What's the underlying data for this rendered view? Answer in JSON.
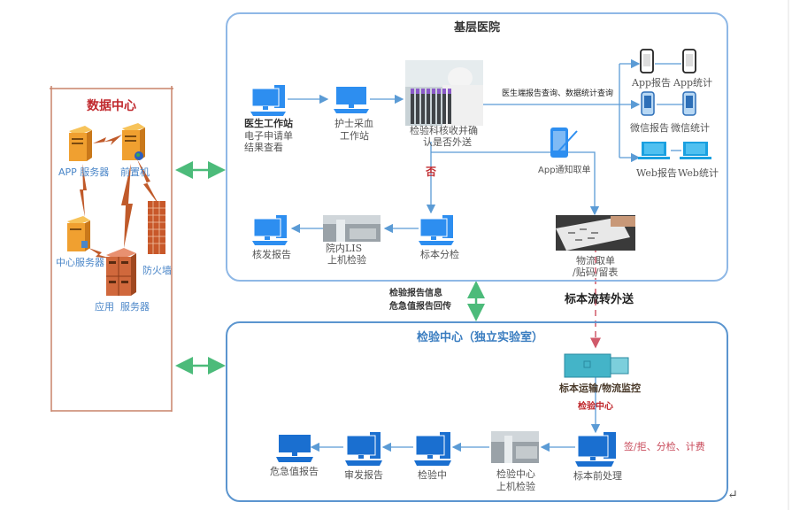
{
  "data_center": {
    "title": "数据中心",
    "nodes": {
      "app_server": "APP 服务器",
      "front_server": "前置机",
      "center_server": "中心服务器",
      "firewall": "防火墙",
      "app_service_server": "应用  服务器"
    }
  },
  "hospital": {
    "title": "基层医院",
    "doctor_station": {
      "title": "医生工作站",
      "line1": "电子申请单",
      "line2": "结果查看"
    },
    "nurse_station": {
      "line1": "护士采血",
      "line2": "工作站"
    },
    "lab_check": {
      "line1": "检验科核收并确",
      "line2": "认是否外送"
    },
    "query_label": "医生端报告查询、数据统计查询",
    "no_label": "否",
    "app_notify": "App通知取单",
    "sorting": "标本分检",
    "lis": {
      "line1": "院内LIS",
      "line2": "上机检验"
    },
    "report_issue": "核发报告",
    "logistics": {
      "line1": "物流取单",
      "line2": "/贴码/留表"
    },
    "clients": {
      "app_report": "App报告",
      "app_stats": "App统计",
      "wechat_report": "微信报告",
      "wechat_stats": "微信统计",
      "web_report": "Web报告",
      "web_stats": "Web统计"
    }
  },
  "between": {
    "report_info": {
      "line1": "检验报告信息",
      "line2": "危急值报告回传"
    },
    "transfer": "标本流转外送"
  },
  "lab_center": {
    "title": "检验中心（独立实验室）",
    "monitor": "标本运输/物流监控",
    "center_label": "检验中心",
    "preprocess": "标本前处理",
    "preprocess_note": "签/拒、分检、计费",
    "onboard": {
      "line1": "检验中心",
      "line2": "上机检验"
    },
    "testing": "检验中",
    "review": "审发报告",
    "critical": "危急值报告"
  },
  "colors": {
    "panel_border": "#8fb8e6",
    "panel_border_dark": "#5b95cf",
    "connector": "#5b9bd5",
    "accent_red": "#c0282d",
    "data_center_border": "#c9836a",
    "sync_arrow": "#4cbb7a",
    "server_orange": "#f0a030",
    "device_blue": "#2d8ef0"
  }
}
